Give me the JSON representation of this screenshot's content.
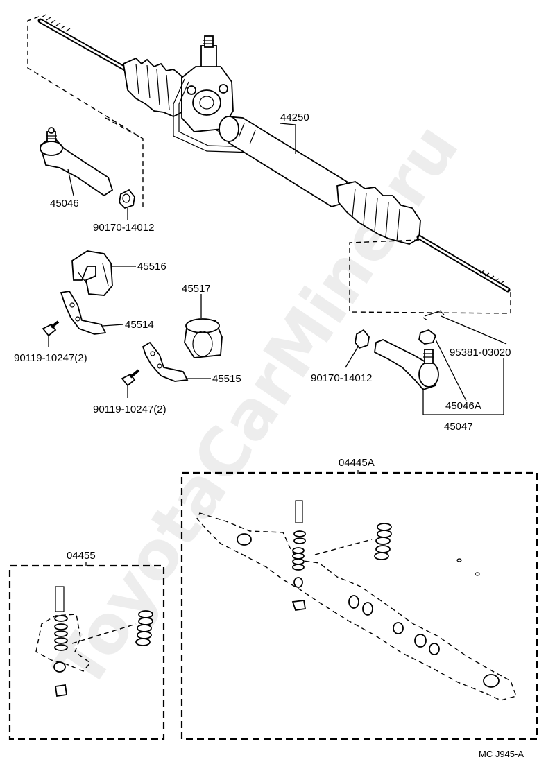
{
  "watermark": "ToyotaCarMine.ru",
  "labels": {
    "rack_assy": "44250",
    "tie_rod_end_left": "45046",
    "nut_left": "90170-14012",
    "bracket_upper": "45516",
    "bracket_left": "45514",
    "bolt_left": "90119-10247(2)",
    "bushing": "45517",
    "bracket_right": "45515",
    "bolt_right": "90119-10247(2)",
    "nut_right": "90170-14012",
    "cotter_pin": "95381-03020",
    "tie_rod_end_right_a": "45046A",
    "tie_rod_end_right": "45047",
    "gasket_kit_large": "04445A",
    "gasket_kit_small": "04455",
    "diagram_code": "MC  J945-A"
  }
}
